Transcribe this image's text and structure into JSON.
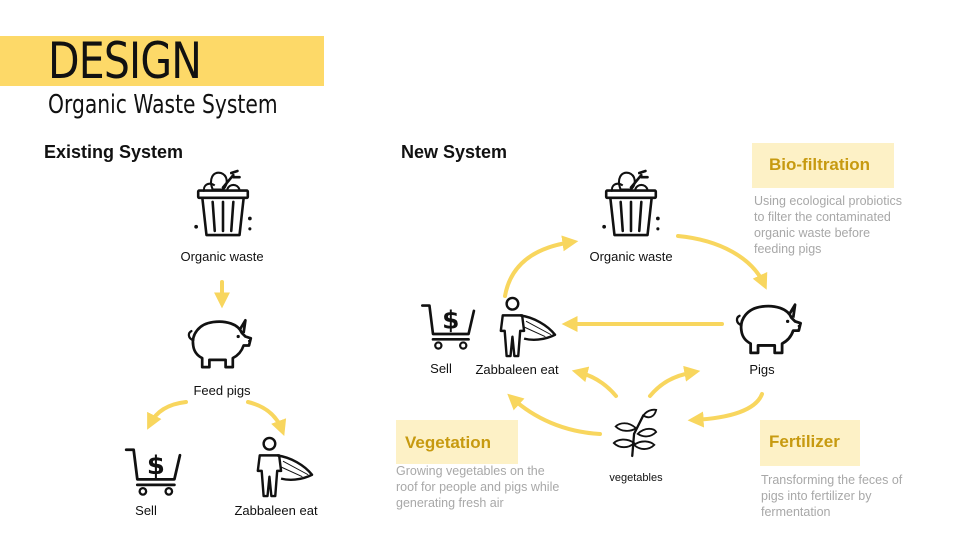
{
  "header": {
    "title": "DESIGN",
    "subtitle": "Organic Waste System"
  },
  "existing_system": {
    "heading": "Existing System",
    "nodes": {
      "organic_waste": "Organic waste",
      "feed_pigs": "Feed pigs",
      "sell": "Sell",
      "zabbaleen_eat": "Zabbaleen eat"
    }
  },
  "new_system": {
    "heading": "New System",
    "nodes": {
      "organic_waste": "Organic waste",
      "pigs": "Pigs",
      "sell": "Sell",
      "zabbaleen_eat": "Zabbaleen eat",
      "vegetables": "vegetables"
    },
    "callouts": {
      "biofiltration": {
        "title": "Bio-filtration",
        "text": "Using ecological probiotics to filter the contaminated organic waste before feeding pigs"
      },
      "vegetation": {
        "title": "Vegetation",
        "text": "Growing vegetables on the roof for people and pigs while generating fresh air"
      },
      "fertilizer": {
        "title": "Fertilizer",
        "text": "Transforming the feces of pigs into fertilizer by fermentation"
      }
    }
  },
  "colors": {
    "accent_yellow": "#fdd968",
    "arrow_yellow": "#f8d65e",
    "callout_bg": "#fdf1c6",
    "callout_title": "#c79a10",
    "callout_text": "#a8a8a8"
  },
  "icons": [
    "trash-bin-icon",
    "pig-icon",
    "shopping-cart-dollar-icon",
    "caped-person-icon",
    "plant-icon"
  ]
}
